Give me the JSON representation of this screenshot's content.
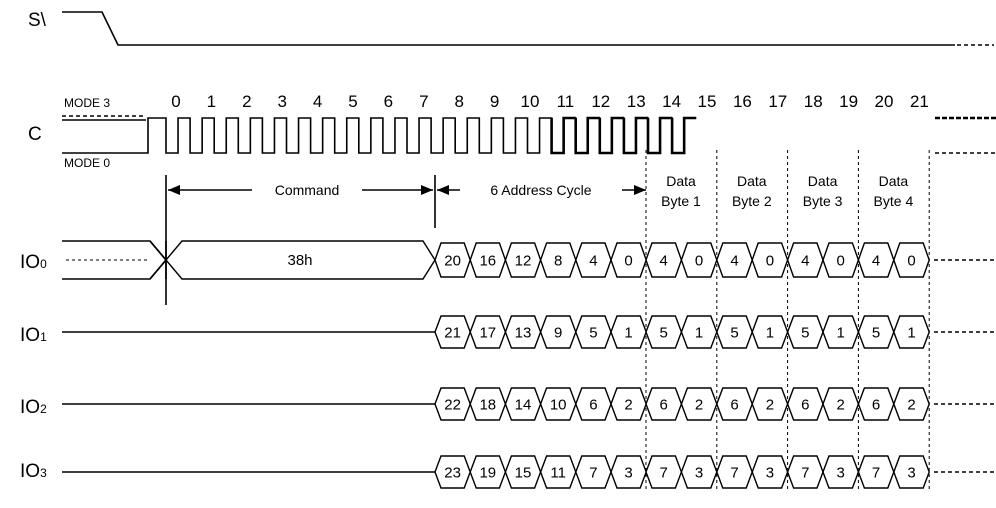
{
  "signals": {
    "cs": "S\\",
    "clock": "C",
    "mode3": "MODE 3",
    "mode0": "MODE 0",
    "io0": "IO",
    "io0_sub": "0",
    "io1": "IO",
    "io1_sub": "1",
    "io2": "IO",
    "io2_sub": "2",
    "io3": "IO",
    "io3_sub": "3"
  },
  "clock_numbers": [
    "0",
    "1",
    "2",
    "3",
    "4",
    "5",
    "6",
    "7",
    "8",
    "9",
    "10",
    "11",
    "12",
    "13",
    "14",
    "15",
    "16",
    "17",
    "18",
    "19",
    "20",
    "21"
  ],
  "phases": {
    "command": "Command",
    "address": "6 Address Cycle",
    "data": [
      {
        "line1": "Data",
        "line2": "Byte 1"
      },
      {
        "line1": "Data",
        "line2": "Byte 2"
      },
      {
        "line1": "Data",
        "line2": "Byte 3"
      },
      {
        "line1": "Data",
        "line2": "Byte 4"
      }
    ]
  },
  "command_value": "38h",
  "lanes": [
    {
      "address": [
        "20",
        "16",
        "12",
        "8",
        "4",
        "0"
      ],
      "data": [
        "4",
        "0",
        "4",
        "0",
        "4",
        "0",
        "4",
        "0"
      ]
    },
    {
      "address": [
        "21",
        "17",
        "13",
        "9",
        "5",
        "1"
      ],
      "data": [
        "5",
        "1",
        "5",
        "1",
        "5",
        "1",
        "5",
        "1"
      ]
    },
    {
      "address": [
        "22",
        "18",
        "14",
        "10",
        "6",
        "2"
      ],
      "data": [
        "6",
        "2",
        "6",
        "2",
        "6",
        "2",
        "6",
        "2"
      ]
    },
    {
      "address": [
        "23",
        "19",
        "15",
        "11",
        "7",
        "3"
      ],
      "data": [
        "7",
        "3",
        "7",
        "3",
        "7",
        "3",
        "7",
        "3"
      ]
    }
  ]
}
